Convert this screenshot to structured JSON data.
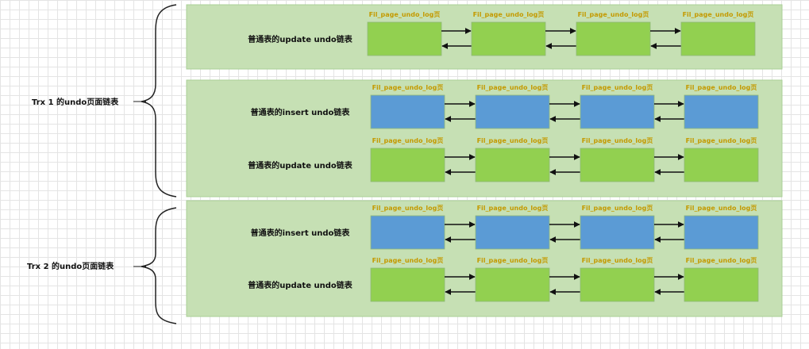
{
  "colors": {
    "panel_fill": "#c6e0b4",
    "panel_border": "#a9cf96",
    "update_page_fill": "#92d050",
    "insert_page_fill": "#5b9bd5",
    "page_label_color": "#c49a00",
    "arrow_color": "#111111"
  },
  "transactions": [
    {
      "label": "Trx 1 的undo页面链表",
      "panels": [
        {
          "rows": [
            {
              "label": "普通表的update undo链表",
              "kind": "update",
              "pages": [
                "Fil_page_undo_log页",
                "Fil_page_undo_log页",
                "Fil_page_undo_log页",
                "Fil_page_undo_log页"
              ]
            }
          ]
        },
        {
          "rows": [
            {
              "label": "普通表的insert undo链表",
              "kind": "insert",
              "pages": [
                "Fil_page_undo_log页",
                "Fil_page_undo_log页",
                "Fil_page_undo_log页",
                "Fil_page_undo_log页"
              ]
            },
            {
              "label": "普通表的update undo链表",
              "kind": "update",
              "pages": [
                "Fil_page_undo_log页",
                "Fil_page_undo_log页",
                "Fil_page_undo_log页",
                "Fil_page_undo_log页"
              ]
            }
          ]
        }
      ]
    },
    {
      "label": "Trx 2 的undo页面链表",
      "panels": [
        {
          "rows": [
            {
              "label": "普通表的insert undo链表",
              "kind": "insert",
              "pages": [
                "Fil_page_undo_log页",
                "Fil_page_undo_log页",
                "Fil_page_undo_log页",
                "Fil_page_undo_log页"
              ]
            },
            {
              "label": "普通表的update undo链表",
              "kind": "update",
              "pages": [
                "Fil_page_undo_log页",
                "Fil_page_undo_log页",
                "Fil_page_undo_log页",
                "Fil_page_undo_log页"
              ]
            }
          ]
        }
      ]
    }
  ]
}
